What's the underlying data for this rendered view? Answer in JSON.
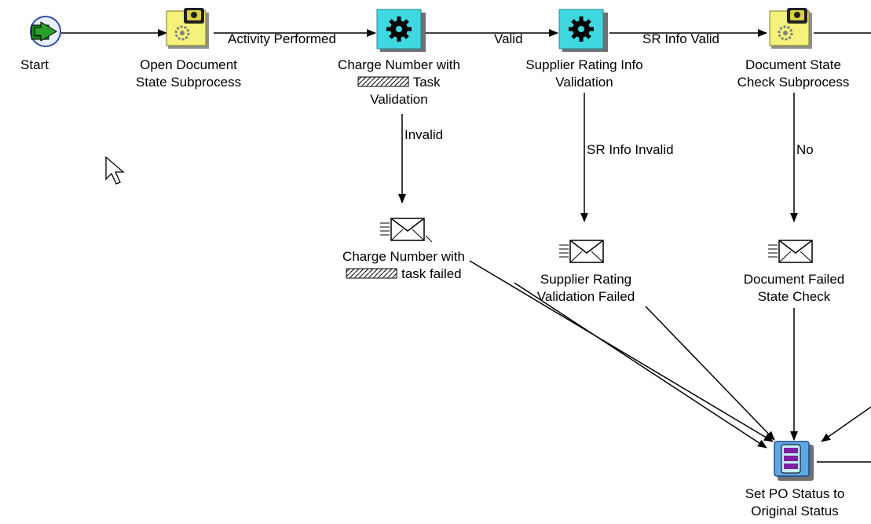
{
  "nodes": {
    "start": {
      "lines": [
        "Start"
      ]
    },
    "open_doc": {
      "lines": [
        "Open Document",
        "State Subprocess"
      ]
    },
    "charge_num": {
      "line1": "Charge Number with",
      "line2_suffix": "Task",
      "line3": "Validation"
    },
    "supplier": {
      "lines": [
        "Supplier Rating Info",
        "Validation"
      ]
    },
    "doc_state": {
      "lines": [
        "Document State",
        "Check Subprocess"
      ]
    },
    "charge_failed": {
      "line1": "Charge Number with",
      "line2_suffix": "task failed"
    },
    "supplier_failed": {
      "lines": [
        "Supplier Rating",
        "Validation Failed"
      ]
    },
    "doc_failed": {
      "lines": [
        "Document Failed",
        "State Check"
      ]
    },
    "set_po": {
      "lines": [
        "Set PO Status to",
        "Original Status"
      ]
    }
  },
  "edges": {
    "activity_performed": "Activity Performed",
    "valid": "Valid",
    "sr_info_valid": "SR Info Valid",
    "invalid": "Invalid",
    "sr_info_invalid": "SR Info Invalid",
    "no": "No"
  },
  "colors": {
    "line": "#000000",
    "function_node": "#40d8e0",
    "subprocess_node": "#f4f27a",
    "start_node": "#2aa02a",
    "set_po_node": "#60a8e0"
  },
  "icons": {
    "start": "start-arrow-icon",
    "subprocess": "subprocess-icon",
    "function": "gear-icon",
    "notification": "envelope-icon",
    "set_status": "database-function-icon",
    "cursor": "mouse-pointer-icon"
  }
}
